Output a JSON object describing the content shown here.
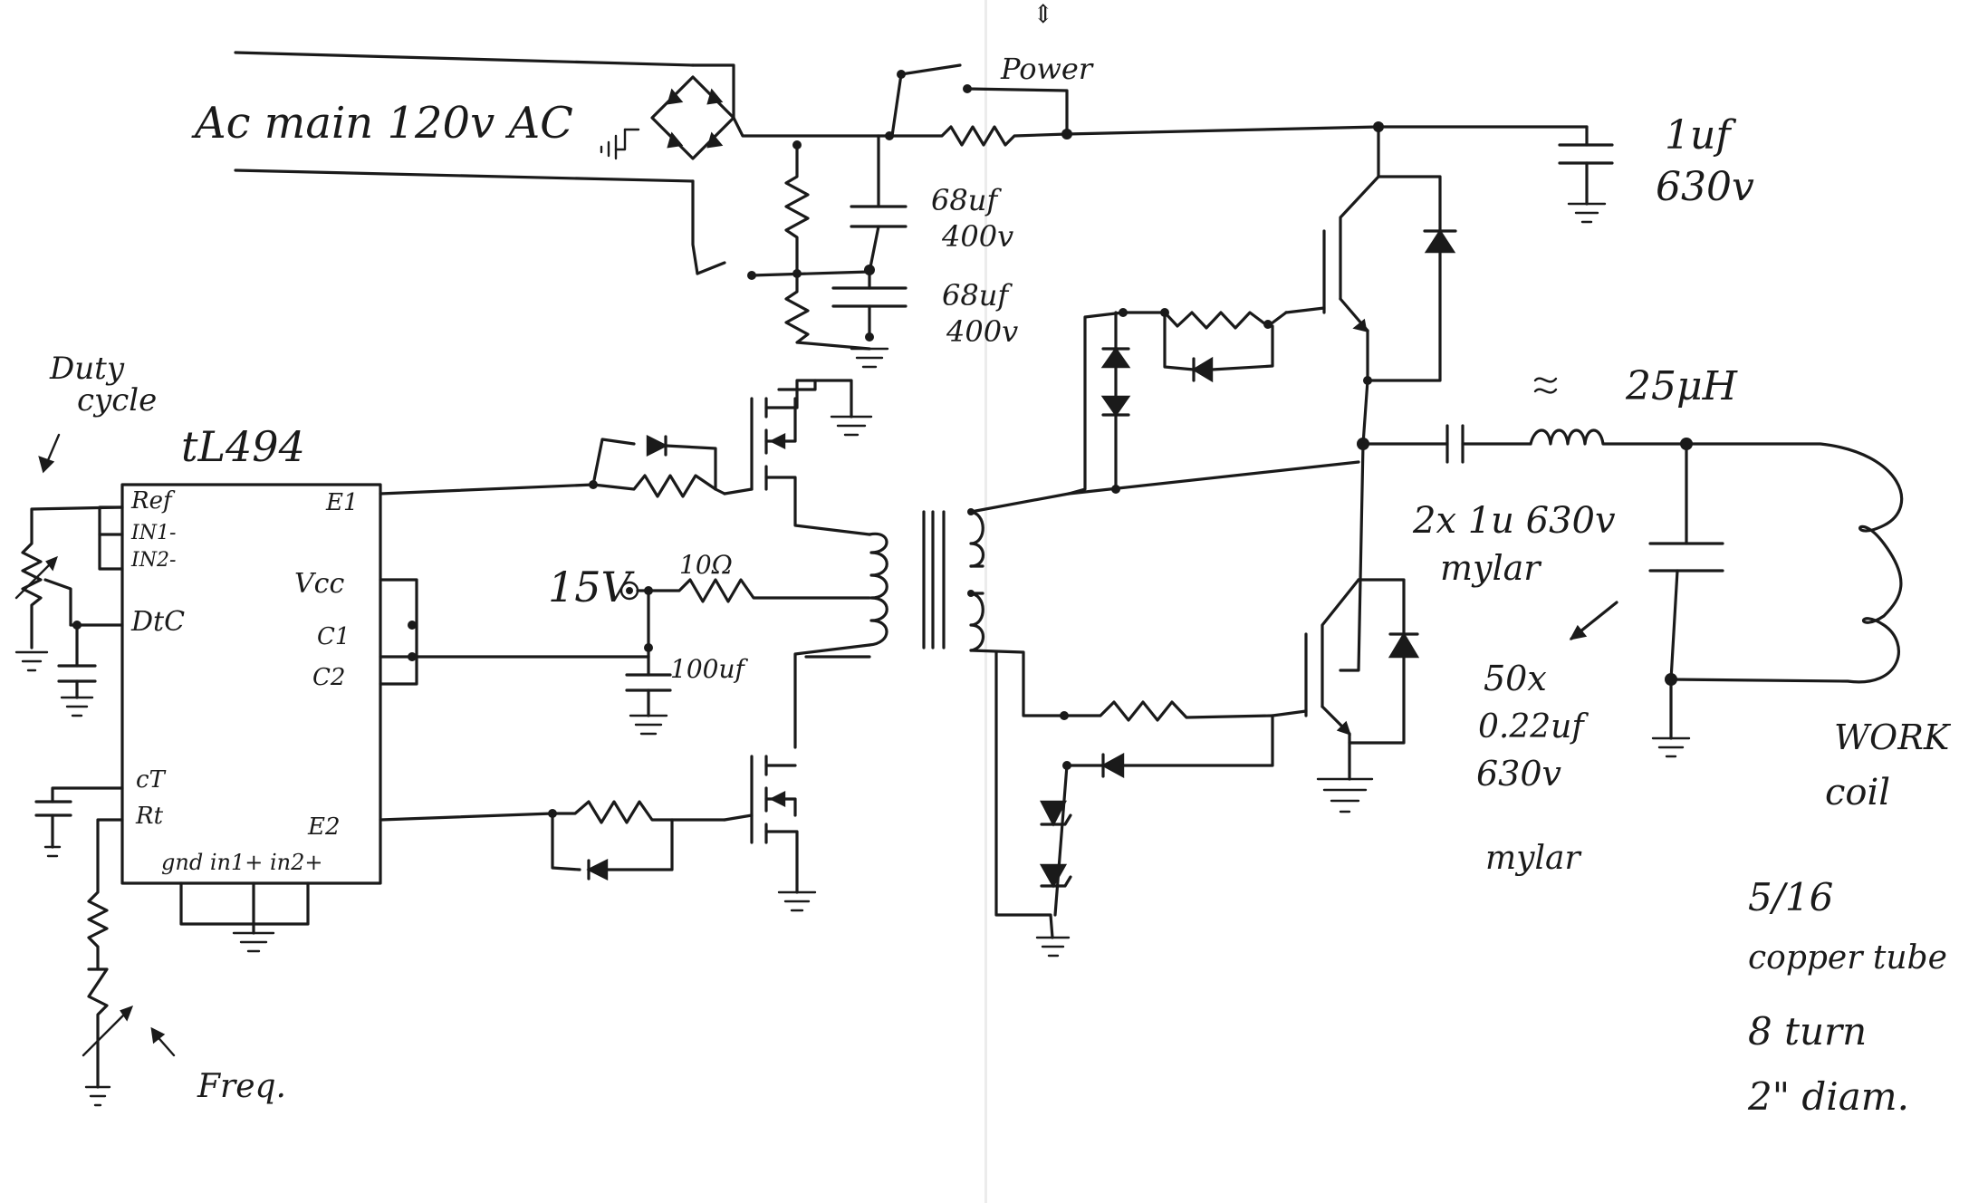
{
  "labels": {
    "ac_main": "Ac main 120v AC",
    "power": "Power",
    "power_arrow": "⇕",
    "cap_1uf": "1uf",
    "cap_1uf_v": "630v",
    "cap_68a": "68uf",
    "cap_68a_v": "400v",
    "cap_68b": "68uf",
    "cap_68b_v": "400v",
    "duty_cycle_1": "Duty",
    "duty_cycle_2": "cycle",
    "ic_name": "tL494",
    "pin_ref": "Ref",
    "pin_in1m": "IN1-",
    "pin_in2m": "IN2-",
    "pin_dtc": "DtC",
    "pin_ct": "cT",
    "pin_rt": "Rt",
    "pin_e1": "E1",
    "pin_vcc": "Vcc",
    "pin_c1": "C1",
    "pin_c2": "C2",
    "pin_e2": "E2",
    "pin_bottom": "gnd  in1+  in2+",
    "supply_15v": "15V",
    "res_10ohm": "10Ω",
    "cap_100uf": "100uf",
    "freq": "Freq.",
    "inductor": "25μH",
    "series_cap": "2x 1u 630v",
    "series_cap_type": "mylar",
    "tank_cap_1": "50x",
    "tank_cap_2": "0.22uf",
    "tank_cap_3": "630v",
    "tank_cap_type": "mylar",
    "work_coil_1": "WORK",
    "work_coil_2": "coil",
    "tube_1": "5/16",
    "tube_2": "copper tube",
    "tube_3": "8 turn",
    "tube_4": "2\" diam."
  },
  "colors": {
    "ink": "#1a1a1a",
    "paper": "#ffffff"
  }
}
